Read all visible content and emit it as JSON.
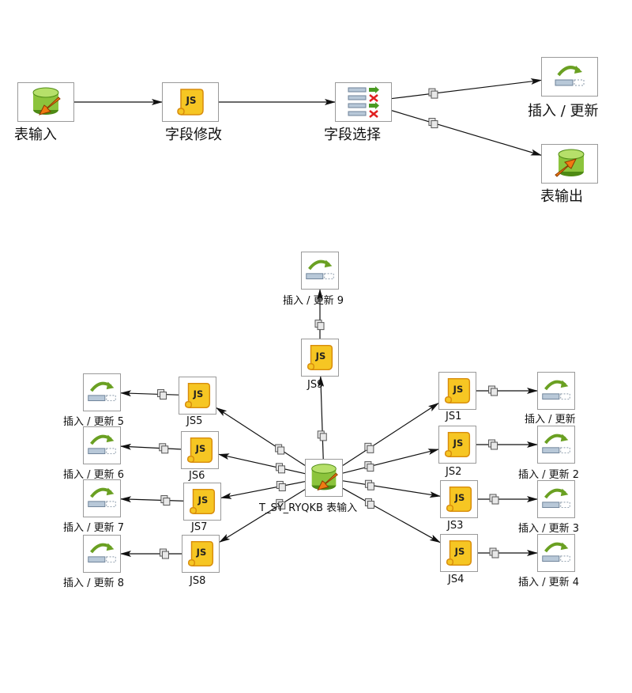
{
  "diagram1": {
    "steps": [
      {
        "id": "table-input-1",
        "label": "表输入",
        "icon": "table-input-icon"
      },
      {
        "id": "modify-fields",
        "label": "字段修改",
        "icon": "javascript-icon"
      },
      {
        "id": "select-fields",
        "label": "字段选择",
        "icon": "field-select-icon"
      },
      {
        "id": "insert-update-top",
        "label": "插入 / 更新",
        "icon": "insert-update-icon"
      },
      {
        "id": "table-output",
        "label": "表输出",
        "icon": "table-output-icon"
      }
    ]
  },
  "diagram2": {
    "source": {
      "id": "source",
      "label": "T_SY_RYQKB 表输入",
      "icon": "table-input-icon"
    },
    "scripts": [
      {
        "id": "js1",
        "label": "JS1",
        "icon": "javascript-icon"
      },
      {
        "id": "js2",
        "label": "JS2",
        "icon": "javascript-icon"
      },
      {
        "id": "js3",
        "label": "JS3",
        "icon": "javascript-icon"
      },
      {
        "id": "js4",
        "label": "JS4",
        "icon": "javascript-icon"
      },
      {
        "id": "js5",
        "label": "JS5",
        "icon": "javascript-icon"
      },
      {
        "id": "js6",
        "label": "JS6",
        "icon": "javascript-icon"
      },
      {
        "id": "js7",
        "label": "JS7",
        "icon": "javascript-icon"
      },
      {
        "id": "js8",
        "label": "JS8",
        "icon": "javascript-icon"
      },
      {
        "id": "js9",
        "label": "JS9",
        "icon": "javascript-icon"
      }
    ],
    "targets": [
      {
        "id": "iu1",
        "label": "插入 / 更新",
        "icon": "insert-update-icon"
      },
      {
        "id": "iu2",
        "label": "插入 / 更新 2",
        "icon": "insert-update-icon"
      },
      {
        "id": "iu3",
        "label": "插入 / 更新 3",
        "icon": "insert-update-icon"
      },
      {
        "id": "iu4",
        "label": "插入 / 更新 4",
        "icon": "insert-update-icon"
      },
      {
        "id": "iu5",
        "label": "插入 / 更新 5",
        "icon": "insert-update-icon"
      },
      {
        "id": "iu6",
        "label": "插入 / 更新 6",
        "icon": "insert-update-icon"
      },
      {
        "id": "iu7",
        "label": "插入 / 更新 7",
        "icon": "insert-update-icon"
      },
      {
        "id": "iu8",
        "label": "插入 / 更新 8",
        "icon": "insert-update-icon"
      },
      {
        "id": "iu9",
        "label": "插入 / 更新 9",
        "icon": "insert-update-icon"
      }
    ]
  },
  "colors": {
    "hop_line": "#111111",
    "node_border": "#9a9a9a",
    "db_green": "#8cc43c",
    "db_dark": "#4e8a14",
    "js_yellow": "#f6c623",
    "js_orange": "#d88c0c",
    "arrow_orange": "#f07a12",
    "x_red": "#e02020"
  }
}
